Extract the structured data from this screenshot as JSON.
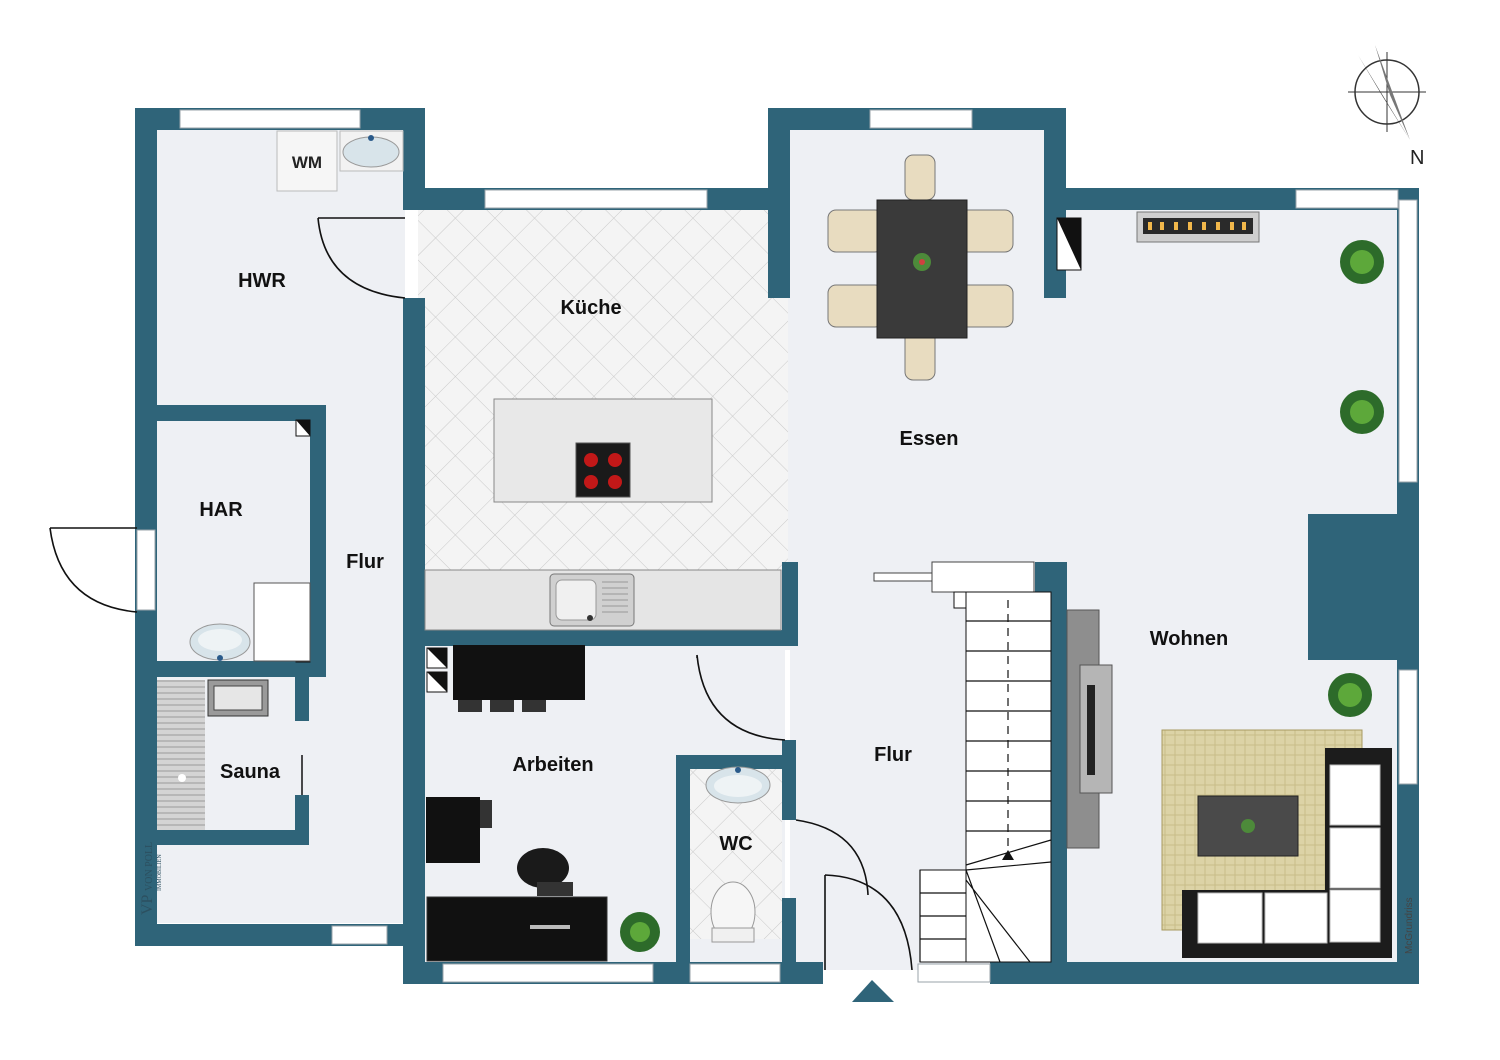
{
  "rooms": {
    "hwr": "HWR",
    "wm": "WM",
    "har": "HAR",
    "sauna": "Sauna",
    "flur_left": "Flur",
    "kueche": "Küche",
    "essen": "Essen",
    "wohnen": "Wohnen",
    "flur_center": "Flur",
    "arbeiten": "Arbeiten",
    "wc": "WC"
  },
  "compass": {
    "label": "N"
  },
  "branding": {
    "logo_text": "VON POLL",
    "logo_sub": "IMMOBILIEN",
    "logo_initials": "VP"
  },
  "credit": "McGrundriss",
  "colors": {
    "wall": "#2f6479",
    "floor": "#eef0f4",
    "rug": "#d8cfa0"
  },
  "icons": [
    "compass-icon",
    "entrance-arrow-icon",
    "washing-machine-icon",
    "sink-icon",
    "cooktop-icon",
    "plant-icon",
    "fireplace-icon",
    "toilet-icon",
    "dining-table-icon",
    "sofa-icon"
  ]
}
